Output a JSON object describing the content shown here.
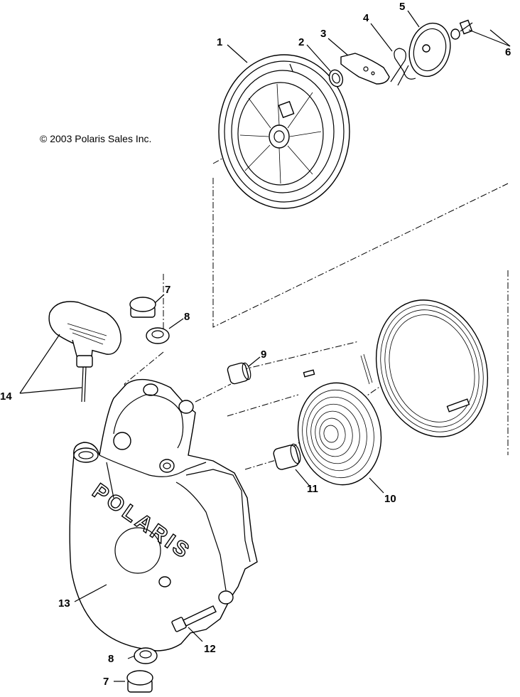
{
  "copyright": "© 2003 Polaris Sales Inc.",
  "logo_text": "POLARIS",
  "callouts": [
    {
      "id": "1",
      "text": "1"
    },
    {
      "id": "2",
      "text": "2"
    },
    {
      "id": "3",
      "text": "3"
    },
    {
      "id": "4",
      "text": "4"
    },
    {
      "id": "5",
      "text": "5"
    },
    {
      "id": "6",
      "text": "6"
    },
    {
      "id": "7a",
      "text": "7"
    },
    {
      "id": "8a",
      "text": "8"
    },
    {
      "id": "9",
      "text": "9"
    },
    {
      "id": "10",
      "text": "10"
    },
    {
      "id": "11",
      "text": "11"
    },
    {
      "id": "12",
      "text": "12"
    },
    {
      "id": "13",
      "text": "13"
    },
    {
      "id": "14",
      "text": "14"
    },
    {
      "id": "8b",
      "text": "8"
    },
    {
      "id": "7b",
      "text": "7"
    }
  ]
}
